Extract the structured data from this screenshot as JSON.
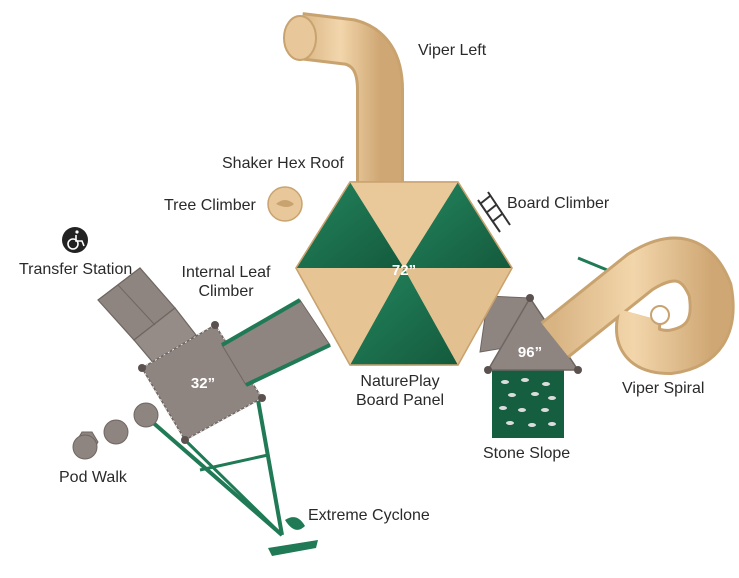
{
  "labels": {
    "viper_left": "Viper Left",
    "shaker_hex_roof": "Shaker Hex Roof",
    "tree_climber": "Tree Climber",
    "board_climber": "Board Climber",
    "transfer_station": "Transfer Station",
    "internal_leaf_climber_line1": "Internal Leaf",
    "internal_leaf_climber_line2": "Climber",
    "natureplay_board_panel_line1": "NaturePlay",
    "natureplay_board_panel_line2": "Board Panel",
    "stone_slope": "Stone Slope",
    "viper_spiral": "Viper Spiral",
    "pod_walk": "Pod Walk",
    "extreme_cyclone": "Extreme Cyclone"
  },
  "deck_heights": {
    "hex_deck": "72”",
    "left_deck": "32”",
    "right_deck": "96”"
  },
  "icons": {
    "accessibility": "wheelchair-icon"
  },
  "colors": {
    "green": "#1f7a55",
    "green_dark": "#165e40",
    "tan": "#e8c79a",
    "tan_dark": "#c9a36f",
    "deck_brown": "#8e8480",
    "deck_brown_dark": "#6f6662",
    "label_text": "#2a2a2a"
  }
}
